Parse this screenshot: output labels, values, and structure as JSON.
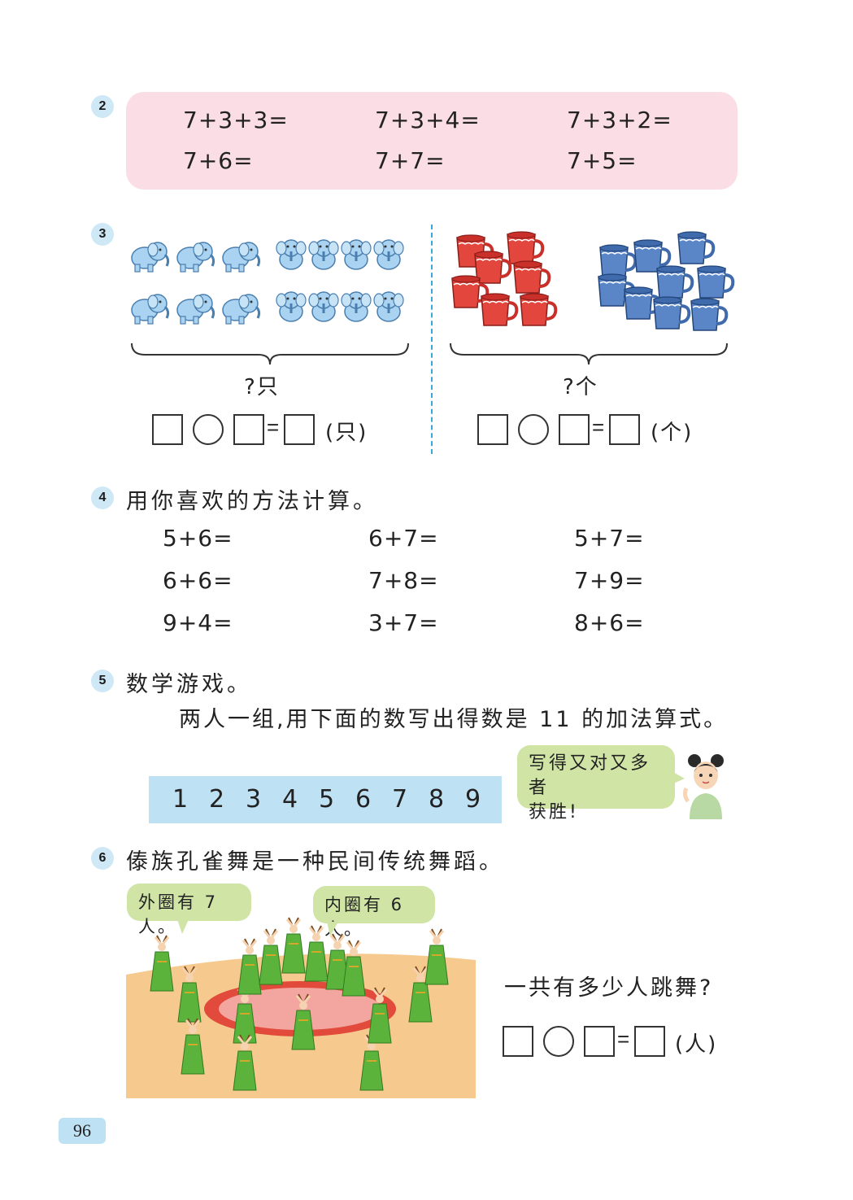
{
  "problem2": {
    "badge": "2",
    "row1": [
      "7+3+3=",
      "7+3+4=",
      "7+3+2="
    ],
    "row2": [
      "7+6=",
      "7+7=",
      "7+5="
    ]
  },
  "problem3": {
    "badge": "3",
    "left_question": "?只",
    "right_question": "?个",
    "left_equals": "=",
    "right_equals": "=",
    "left_unit": "(只)",
    "right_unit": "(个)"
  },
  "problem4": {
    "badge": "4",
    "title": "用你喜欢的方法计算。",
    "rows": [
      [
        "5+6=",
        "6+7=",
        "5+7="
      ],
      [
        "6+6=",
        "7+8=",
        "7+9="
      ],
      [
        "9+4=",
        "3+7=",
        "8+6="
      ]
    ]
  },
  "problem5": {
    "badge": "5",
    "title": "数学游戏。",
    "instruction": "两人一组,用下面的数写出得数是 11 的加法算式。",
    "numbers": [
      "1",
      "2",
      "3",
      "4",
      "5",
      "6",
      "7",
      "8",
      "9"
    ],
    "speech_line1": "写得又对又多者",
    "speech_line2": "获胜!"
  },
  "problem6": {
    "badge": "6",
    "title": "傣族孔雀舞是一种民间传统舞蹈。",
    "bubble_outer": "外圈有 7 人。",
    "bubble_inner": "内圈有 6 人。",
    "question": "一共有多少人跳舞?",
    "equals": "=",
    "unit": "(人)"
  },
  "page_number": "96",
  "colors": {
    "pink_panel": "#fbdde6",
    "blue_strip": "#bfe1f4",
    "badge": "#cfe8f6",
    "bubble": "#cfe4a5",
    "divider": "#3aa7d8"
  }
}
